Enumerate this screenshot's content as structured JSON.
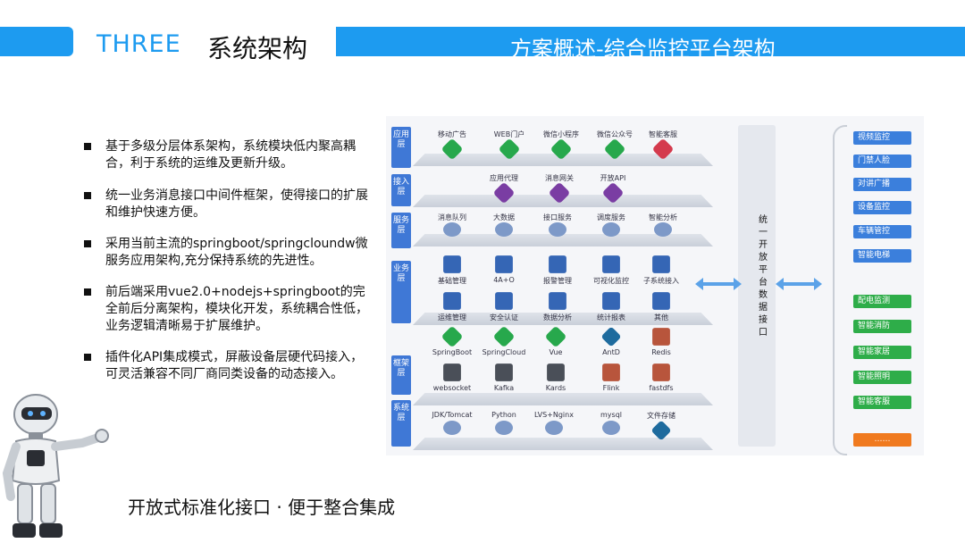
{
  "header": {
    "section_en": "THREE",
    "section_cn": "系统架构",
    "banner_title": "方案概述-综合监控平台架构"
  },
  "bullets": [
    "基于多级分层体系架构，系统模块低内聚高耦合，利于系统的运维及更新升级。",
    "统一业务消息接口中间件框架，使得接口的扩展和维护快速方便。",
    "采用当前主流的springboot/springcloundw微服务应用架构,充分保持系统的先进性。",
    "前后端采用vue2.0+nodejs+springboot的完全前后分离架构，模块化开发，系统耦合性低，业务逻辑清晰易于扩展维护。",
    "插件化API集成模式，屏蔽设备层硬代码接入，可灵活兼容不同厂商同类设备的动态接入。"
  ],
  "caption": "开放式标准化接口 · 便于整合集成",
  "diagram": {
    "layers": [
      "应用层",
      "接入层",
      "服务层",
      "业务层",
      "框架层",
      "系统层"
    ],
    "app_nodes": [
      "移动广告",
      "WEB门户",
      "微信小程序",
      "微信公众号",
      "智能客服"
    ],
    "access_nodes": [
      "应用代理",
      "消息网关",
      "开放API"
    ],
    "service_nodes": [
      "消息队列",
      "大数据",
      "接口服务",
      "调度服务",
      "智能分析"
    ],
    "business_nodes_top": [
      "基础管理",
      "4A+O",
      "报警管理",
      "可视化监控",
      "子系统接入"
    ],
    "business_nodes_bottom": [
      "运维管理",
      "安全认证",
      "数据分析",
      "统计报表",
      "其他"
    ],
    "framework_nodes_top": [
      "SpringBoot",
      "SpringCloud",
      "Vue",
      "AntD",
      "Redis"
    ],
    "framework_nodes_bottom": [
      "websocket",
      "Kafka",
      "Kards",
      "Flink",
      "fastdfs"
    ],
    "system_nodes": [
      "JDK/Tomcat",
      "Python",
      "LVS+Nginx",
      "mysql",
      "文件存储"
    ],
    "unified_interface": "统一开放平台数据接口",
    "subsystems_blue": [
      "视频监控",
      "门禁人脸",
      "对讲广播",
      "设备监控",
      "车辆管控",
      "智能电梯"
    ],
    "subsystems_green": [
      "配电监测",
      "智能消防",
      "智能家居",
      "智能照明",
      "智能客服"
    ],
    "subsystems_more": "……"
  },
  "colors": {
    "accent": "#1d9bf0",
    "tag_blue": "#3b7fdc",
    "tag_green": "#2ead49",
    "tag_orange": "#f07a1f",
    "layer_label": "#3f78d6"
  }
}
